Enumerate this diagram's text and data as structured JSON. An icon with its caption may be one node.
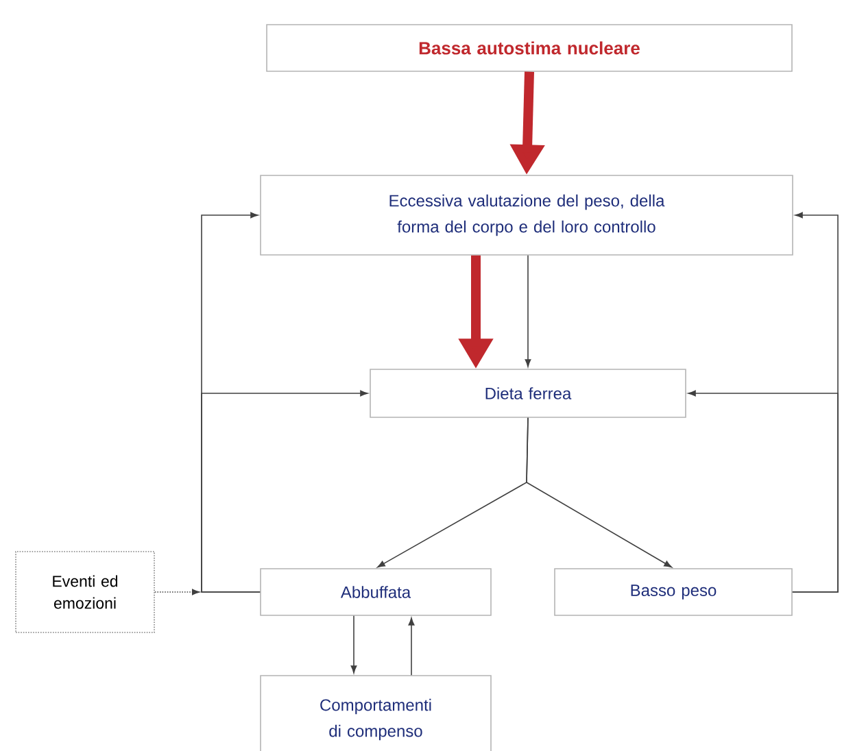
{
  "diagram": {
    "nodes": [
      {
        "text": [
          "Bassa autostima nucleare"
        ]
      },
      {
        "text": [
          "Eccessiva valutazione del peso, della forma del corpo e del loro controllo"
        ]
      },
      {
        "text": [
          "Dieta ferrea"
        ]
      },
      {
        "text": [
          "Eventi ed emozioni"
        ]
      },
      {
        "text": [
          "Abbuffata"
        ]
      },
      {
        "text": [
          "Basso peso"
        ]
      },
      {
        "text": [
          "Comportamenti di compenso"
        ]
      }
    ],
    "edges": [
      {
        "from": 0,
        "to": 1,
        "arrow": "to",
        "style": "thick",
        "color": "#c0282d"
      },
      {
        "from": 1,
        "to": 2,
        "arrow": "to",
        "style": "thick",
        "color": "#c0282d"
      },
      {
        "from": 1,
        "to": 2,
        "arrow": "to"
      },
      {
        "from": 2,
        "to": 4,
        "arrow": "to"
      },
      {
        "from": 2,
        "to": 5,
        "arrow": "to"
      },
      {
        "from": 4,
        "to": 6,
        "arrow": "to"
      },
      {
        "from": 6,
        "to": 4,
        "arrow": "to"
      },
      {
        "from": 4,
        "to": 1,
        "arrow": "to"
      },
      {
        "from": 4,
        "to": 2,
        "arrow": "to"
      },
      {
        "from": 5,
        "to": 1,
        "arrow": "to"
      },
      {
        "from": 5,
        "to": 2,
        "arrow": "to"
      },
      {
        "from": 3,
        "to": null,
        "arrow": "to",
        "style": "dashed"
      }
    ]
  }
}
